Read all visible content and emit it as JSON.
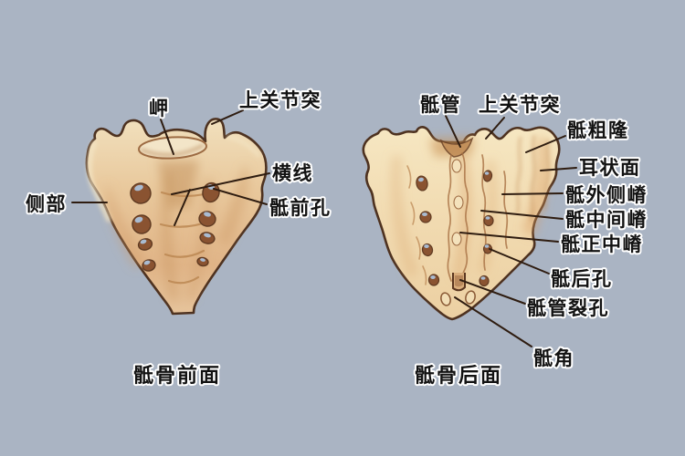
{
  "diagram": {
    "title_meaning": "sacrum anatomy, anterior and posterior views",
    "background_color": "#aab4c3",
    "colors": {
      "bone_light": "#f2e0bc",
      "bone_mid": "#e5c094",
      "bone_shade": "#cf9c66",
      "bone_outline": "#4e3220",
      "foramen_dark": "#8a5331",
      "foramen_glint": "#a9bbd1",
      "leader_line": "#2e1c10",
      "label_text": "#121212",
      "label_halo": "#ffffff"
    },
    "figure_left": {
      "caption": "骶骨前面",
      "labels": [
        {
          "text": "岬"
        },
        {
          "text": "上关节突"
        },
        {
          "text": "横线"
        },
        {
          "text": "骶前孔"
        },
        {
          "text": "侧部"
        }
      ]
    },
    "figure_right": {
      "caption": "骶骨后面",
      "labels": [
        {
          "text": "骶管"
        },
        {
          "text": "上关节突"
        },
        {
          "text": "骶粗隆"
        },
        {
          "text": "耳状面"
        },
        {
          "text": "骶外侧嵴"
        },
        {
          "text": "骶中间嵴"
        },
        {
          "text": "骶正中嵴"
        },
        {
          "text": "骶后孔"
        },
        {
          "text": "骶管裂孔"
        },
        {
          "text": "骶角"
        }
      ]
    }
  }
}
